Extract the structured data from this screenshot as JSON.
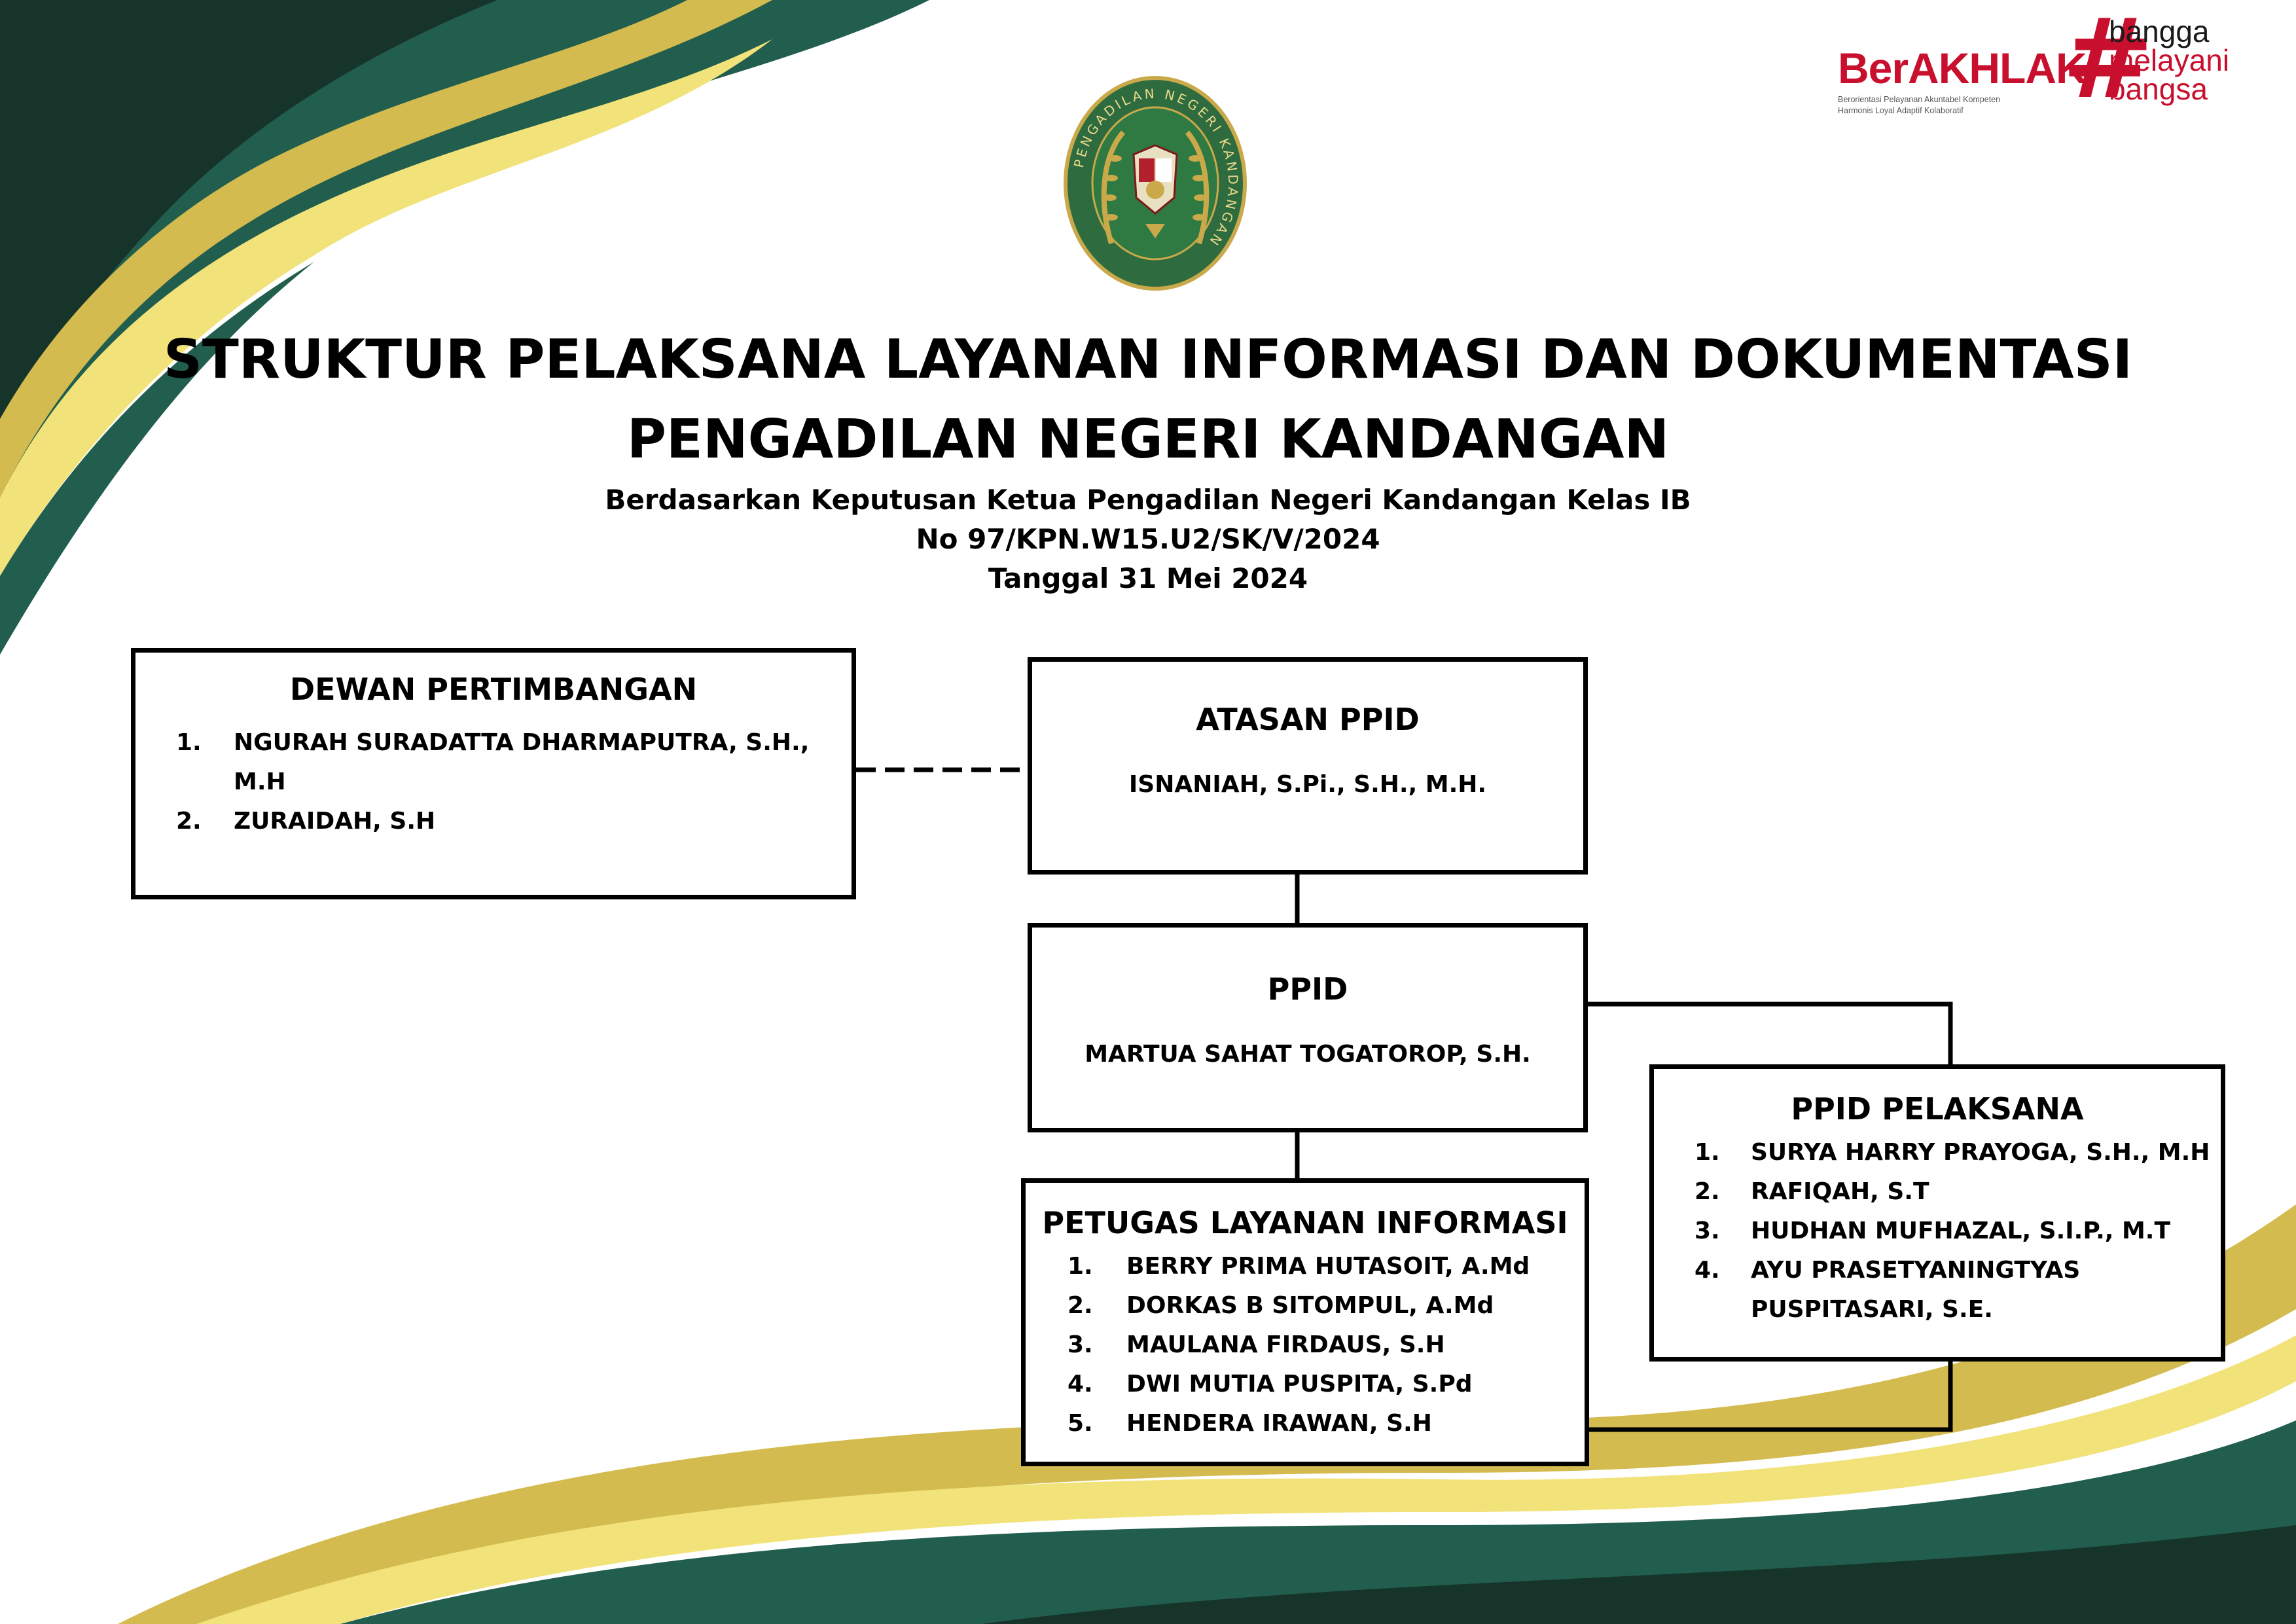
{
  "title": {
    "line1": "STRUKTUR PELAKSANA LAYANAN INFORMASI DAN DOKUMENTASI",
    "line2": "PENGADILAN NEGERI KANDANGAN"
  },
  "subtitle": {
    "line1": "Berdasarkan Keputusan Ketua Pengadilan Negeri Kandangan Kelas IB",
    "line2": "No 97/KPN.W15.U2/SK/V/2024",
    "line3": "Tanggal 31 Mei 2024"
  },
  "emblem": {
    "ring_text": "PENGADILAN NEGERI KANDANGAN",
    "icon": "court-emblem-icon"
  },
  "berakhlak": {
    "word": "BerAKHLAK",
    "tagline_line1": "Berorientasi Pelayanan Akuntabel Kompeten",
    "tagline_line2": "Harmonis Loyal Adaptif Kolaboratif",
    "hashtag": "#",
    "slogan_line1": "bangga",
    "slogan_line2": "melayani",
    "slogan_line3": "bangsa"
  },
  "dewan": {
    "heading": "DEWAN PERTIMBANGAN",
    "members": [
      {
        "num": "1.",
        "name": "NGURAH SURADATTA DHARMAPUTRA, S.H.,",
        "name_cont": "M.H"
      },
      {
        "num": "2.",
        "name": "ZURAIDAH, S.H"
      }
    ]
  },
  "atasan": {
    "heading": "ATASAN PPID",
    "name": "ISNANIAH, S.Pi., S.H., M.H."
  },
  "ppid": {
    "heading": "PPID",
    "name": "MARTUA SAHAT TOGATOROP, S.H."
  },
  "petugas": {
    "heading": "PETUGAS LAYANAN INFORMASI",
    "members": [
      {
        "num": "1.",
        "name": "BERRY PRIMA HUTASOIT, A.Md"
      },
      {
        "num": "2.",
        "name": "DORKAS B SITOMPUL, A.Md"
      },
      {
        "num": "3.",
        "name": "MAULANA FIRDAUS, S.H"
      },
      {
        "num": "4.",
        "name": "DWI MUTIA PUSPITA, S.Pd"
      },
      {
        "num": "5.",
        "name": "HENDERA IRAWAN, S.H"
      }
    ]
  },
  "pelaksana": {
    "heading": "PPID PELAKSANA",
    "members": [
      {
        "num": "1.",
        "name": "SURYA HARRY PRAYOGA, S.H., M.H"
      },
      {
        "num": "2.",
        "name": "RAFIQAH, S.T"
      },
      {
        "num": "3.",
        "name": "HUDHAN MUFHAZAL, S.I.P., M.T"
      },
      {
        "num": "4.",
        "name": "AYU PRASETYANINGTYAS",
        "name_cont": "PUSPITASARI, S.E."
      }
    ]
  },
  "colors": {
    "dark_green": "#1c3a2e",
    "green": "#225e4d",
    "gold": "#d4bb4f",
    "yellow": "#f2e27a",
    "brand_red": "#c8102e"
  }
}
